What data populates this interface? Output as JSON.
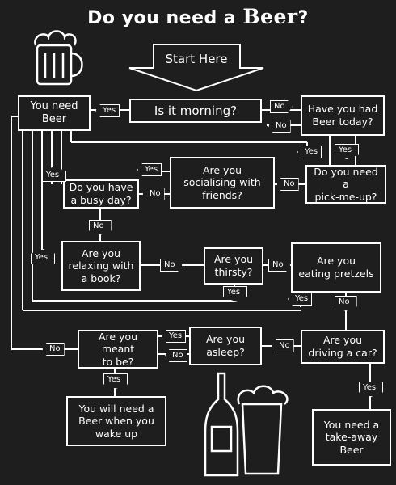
{
  "title": {
    "prefix": "Do you need a",
    "beer_word": "Beer",
    "suffix": "?"
  },
  "nodes": {
    "start": "Start Here",
    "is_morning": "Is it morning?",
    "you_need_beer": "You need\nBeer",
    "had_beer_today": "Have you had\nBeer today?",
    "pick_me_up": "Do you need a\npick-me-up?",
    "socialising": "Are you\nsocialising with\nfriends?",
    "busy_day": "Do you have\na busy day?",
    "relaxing": "Are you\nrelaxing with\na book?",
    "thirsty": "Are you\nthirsty?",
    "pretzels": "Are you\neating pretzels",
    "asleep": "Are you\nasleep?",
    "driving": "Are you\ndriving a car?",
    "meant_to_be": "Are you meant\nto be?",
    "need_when_wake": "You will need a\nBeer when you\nwake up",
    "take_away": "You need a\ntake-away\nBeer"
  },
  "labels": {
    "yes": "Yes",
    "no": "No"
  },
  "colors": {
    "background": "#1e1e1e",
    "line": "#ffffff"
  }
}
